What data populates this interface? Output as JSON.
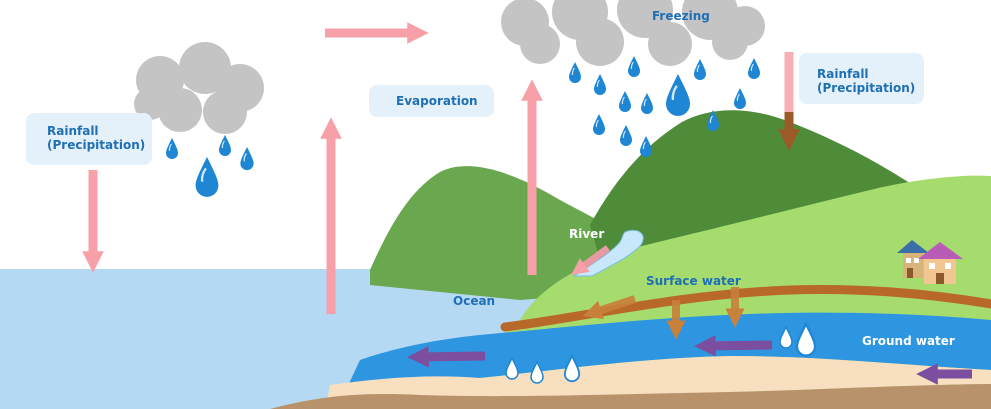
{
  "labels": {
    "rainfall_left": {
      "line1": "Rainfall",
      "line2": "(Precipitation)"
    },
    "rainfall_right": {
      "line1": "Rainfall",
      "line2": "(Precipitation)"
    },
    "evaporation": "Evaporation",
    "freezing": "Freezing",
    "river": "River",
    "ocean": "Ocean",
    "surface_water": "Surface water",
    "ground_water": "Ground water"
  },
  "colors": {
    "ocean": "#b5d8f3",
    "hill_left": "#6aa84f",
    "hill_right": "#4e8c3a",
    "grass": "#a6dc6e",
    "ground_water": "#2e95e0",
    "sand": "#f8dfc0",
    "soil": "#b8926a",
    "earth_line": "#b8692a",
    "cloud": "#c4c4c4",
    "raindrop": "#1e86d3",
    "arrow_pink": "#f7a0a8",
    "arrow_brown": "#c8803a",
    "arrow_purple": "#7c4ea0",
    "label_box": "#e4f1fb",
    "label_text": "#1f6fb5"
  },
  "icons": [
    "cloud-icon",
    "raindrop-icon",
    "house-icon",
    "arrow-icon"
  ]
}
